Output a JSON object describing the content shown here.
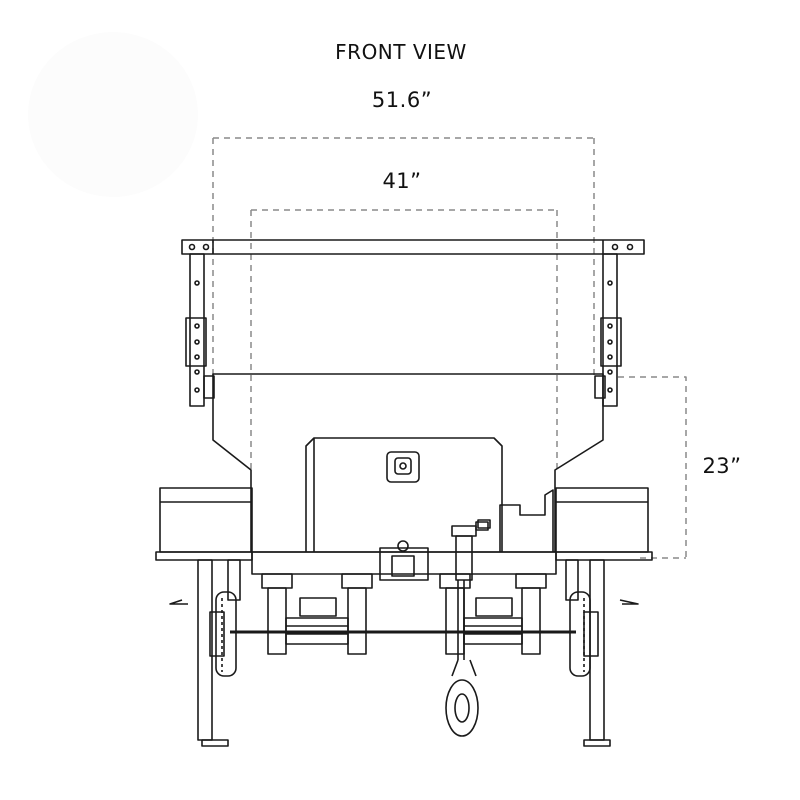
{
  "title": "FRONT VIEW",
  "dimensions": {
    "overall_width": "51.6”",
    "inner_width": "41”",
    "height": "23”"
  },
  "colors": {
    "line": "#1a1a1a",
    "dimension_line": "#8a8a8a",
    "background": "#ffffff"
  }
}
